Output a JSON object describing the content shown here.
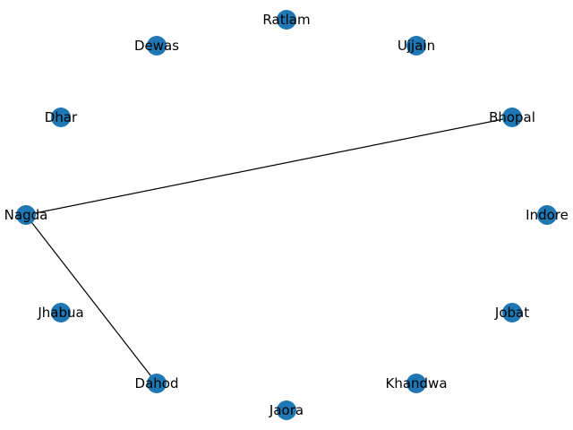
{
  "graph": {
    "node_color": "#1f77b4",
    "edge_color": "#000000",
    "nodes": [
      {
        "id": "ratlam",
        "label": "Ratlam"
      },
      {
        "id": "ujjain",
        "label": "Ujjain"
      },
      {
        "id": "bhopal",
        "label": "Bhopal"
      },
      {
        "id": "indore",
        "label": "Indore"
      },
      {
        "id": "jobat",
        "label": "Jobat"
      },
      {
        "id": "khandwa",
        "label": "Khandwa"
      },
      {
        "id": "jaora",
        "label": "Jaora"
      },
      {
        "id": "dahod",
        "label": "Dahod"
      },
      {
        "id": "jhabua",
        "label": "Jhabua"
      },
      {
        "id": "nagda",
        "label": "Nagda"
      },
      {
        "id": "dhar",
        "label": "Dhar"
      },
      {
        "id": "dewas",
        "label": "Dewas"
      }
    ],
    "edges": [
      {
        "source": "nagda",
        "target": "bhopal"
      },
      {
        "source": "nagda",
        "target": "dahod"
      }
    ]
  }
}
